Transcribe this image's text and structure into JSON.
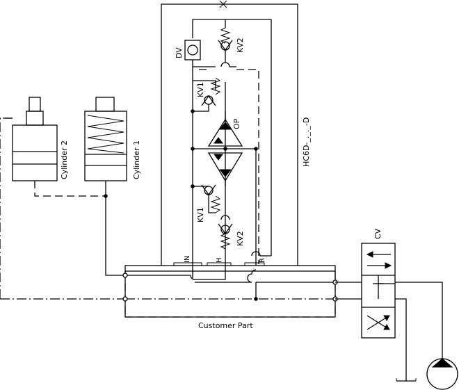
{
  "labels": {
    "customer_part": "Customer Part",
    "cylinder1": "Cylinder 1",
    "cylinder2": "Cylinder 2",
    "hc6d": "HC6D-_._._-D",
    "dv": "DV",
    "kv2_top": "KV2",
    "kv1_top": "KV1",
    "op": "OP",
    "kv1_bottom": "KV1",
    "kv2_bottom": "KV2",
    "cv": "CV",
    "port_in": "IN",
    "port_h": "H",
    "port_r": "R"
  }
}
